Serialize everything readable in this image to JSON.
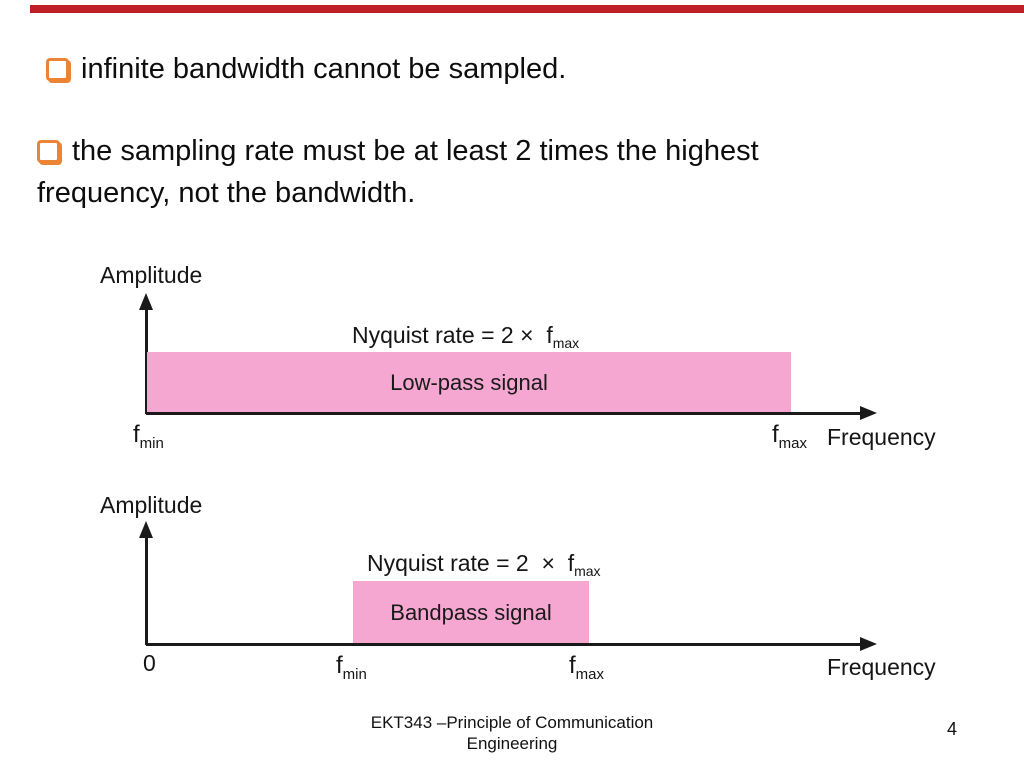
{
  "slide": {
    "background": "#ffffff",
    "top_bar_color": "#BE2026",
    "checkbox_color": "#EC8435",
    "band_fill_color": "#F5A7D1",
    "text_color": "#111111"
  },
  "bullets": [
    {
      "lines": [
        "infinite bandwidth cannot be sampled."
      ]
    },
    {
      "lines": [
        "the sampling rate must be at least 2 times the highest",
        "frequency, not the bandwidth."
      ]
    }
  ],
  "diagrams": [
    {
      "amplitude_label": "Amplitude",
      "nyquist_prefix": "Nyquist rate = 2 ×  ",
      "nyquist_base": "f",
      "nyquist_sub": "max",
      "band_label": "Low-pass signal",
      "fmin_base": "f",
      "fmin_sub": "min",
      "fmax_base": "f",
      "fmax_sub": "max",
      "frequency_label": "Frequency"
    },
    {
      "amplitude_label": "Amplitude",
      "nyquist_prefix": "Nyquist rate = 2  ×  ",
      "nyquist_base": "f",
      "nyquist_sub": "max",
      "band_label": "Bandpass signal",
      "origin_label": "0",
      "fmin_base": "f",
      "fmin_sub": "min",
      "fmax_base": "f",
      "fmax_sub": "max",
      "frequency_label": "Frequency"
    }
  ],
  "footer": {
    "line1": "EKT343 –Principle of Communication",
    "line2": "Engineering",
    "page_number": "4"
  }
}
